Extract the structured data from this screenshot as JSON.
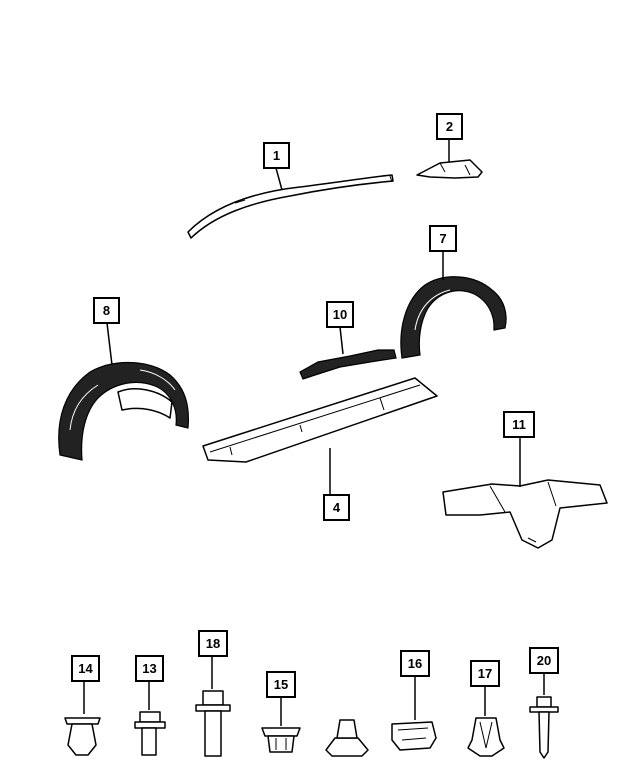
{
  "callouts": {
    "c1": "1",
    "c2": "2",
    "c4": "4",
    "c7": "7",
    "c8": "8",
    "c10": "10",
    "c11": "11",
    "c13": "13",
    "c14": "14",
    "c15": "15",
    "c16": "16",
    "c17": "17",
    "c18": "18",
    "c20": "20"
  },
  "colors": {
    "line": "#000000",
    "background": "#ffffff"
  }
}
